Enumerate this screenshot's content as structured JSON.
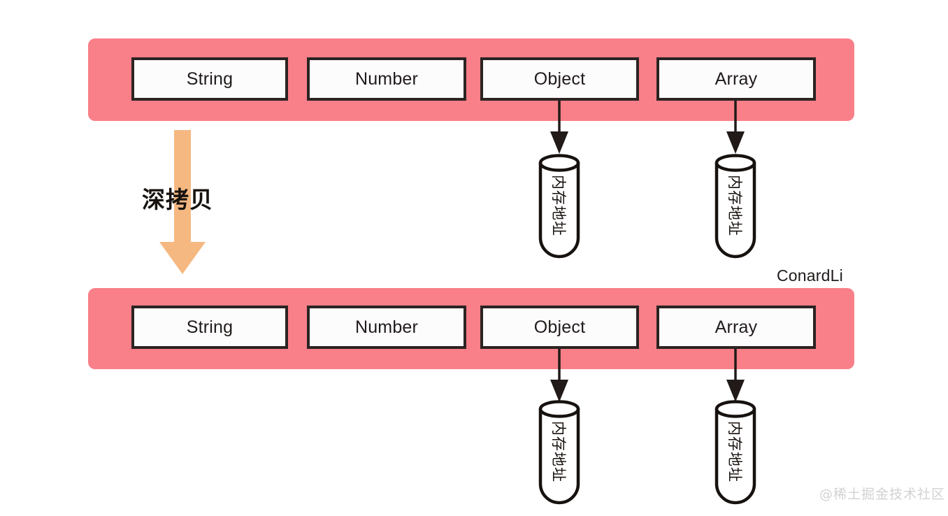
{
  "diagram": {
    "title": "deep-copy-memory-reference-diagram",
    "colors": {
      "bar": "#F97F89",
      "box_border": "#2b2422",
      "box_fill": "#FCFCFC",
      "arrow_orange": "#F6B881",
      "connector": "#211a18",
      "watermark": "#d2d2d2"
    },
    "rows": [
      {
        "name": "source-object",
        "boxes": [
          {
            "label": "String",
            "has_pointer": false
          },
          {
            "label": "Number",
            "has_pointer": false
          },
          {
            "label": "Object",
            "has_pointer": true
          },
          {
            "label": "Array",
            "has_pointer": true
          }
        ],
        "pointers": [
          {
            "label": "内存地址"
          },
          {
            "label": "内存地址"
          }
        ]
      },
      {
        "name": "copied-object",
        "boxes": [
          {
            "label": "String",
            "has_pointer": false
          },
          {
            "label": "Number",
            "has_pointer": false
          },
          {
            "label": "Object",
            "has_pointer": true
          },
          {
            "label": "Array",
            "has_pointer": true
          }
        ],
        "pointers": [
          {
            "label": "内存地址"
          },
          {
            "label": "内存地址"
          }
        ]
      }
    ],
    "operation": {
      "label": "深拷贝",
      "direction": "down"
    },
    "author_credit": "ConardLi",
    "site_watermark": "@稀土掘金技术社区"
  }
}
